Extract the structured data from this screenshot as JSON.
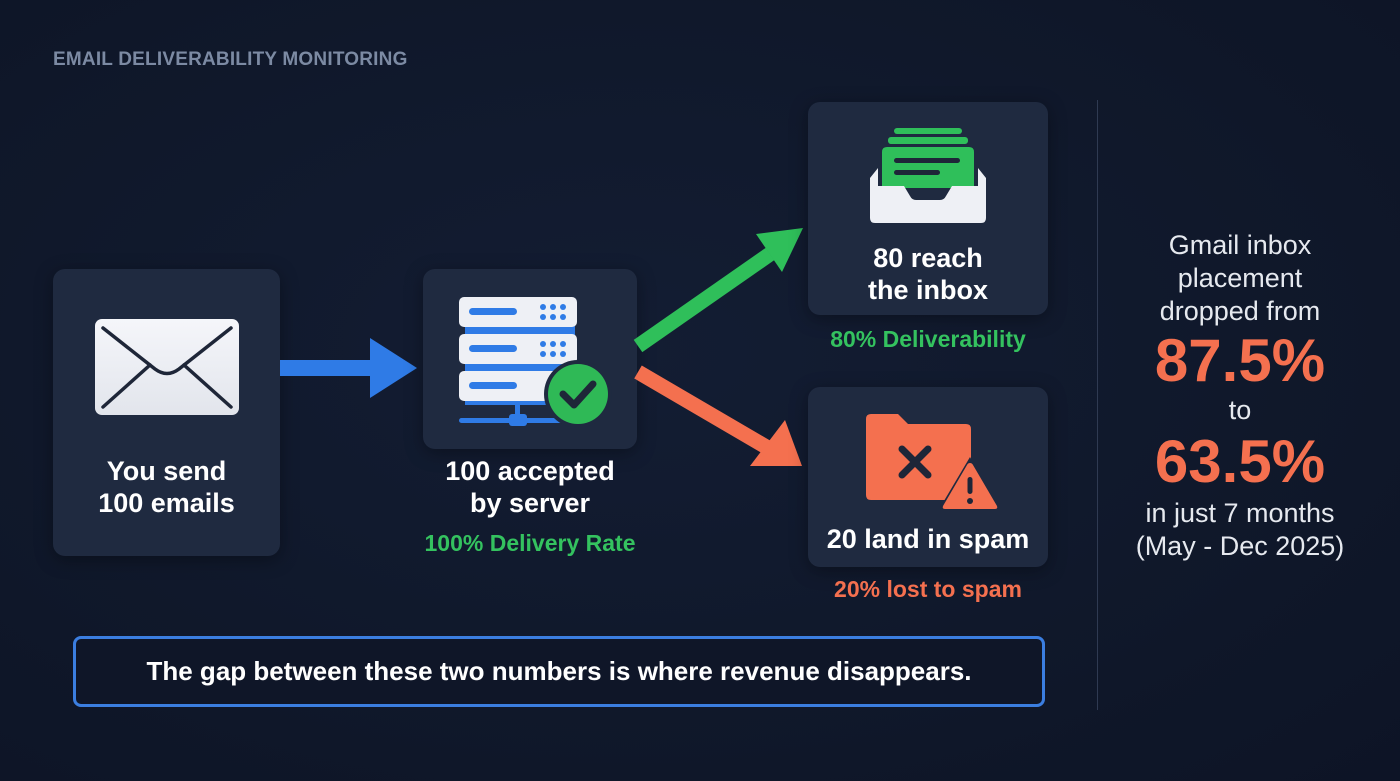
{
  "header": {
    "eyebrow": "EMAIL DELIVERABILITY MONITORING"
  },
  "flow": {
    "send": {
      "icon": "envelope-icon",
      "title_line1": "You send",
      "title_line2": "100 emails"
    },
    "server": {
      "icon": "server-check-icon",
      "title_line1": "100 accepted",
      "title_line2": "by server",
      "subtitle": "100% Delivery Rate"
    },
    "inbox": {
      "icon": "inbox-tray-icon",
      "title_line1": "80 reach",
      "title_line2": "the inbox",
      "subtitle": "80% Deliverability"
    },
    "spam": {
      "icon": "spam-folder-warning-icon",
      "title": "20 land in spam",
      "subtitle": "20% lost to spam"
    }
  },
  "callout": {
    "text": "The gap between these two numbers is where revenue disappears."
  },
  "stat": {
    "line1": "Gmail inbox",
    "line2": "placement",
    "line3": "dropped from",
    "from_value": "87.5%",
    "connector": "to",
    "to_value": "63.5%",
    "line4": "in just 7 months",
    "line5": "(May - Dec 2025)"
  },
  "colors": {
    "background": "#0f1729",
    "card": "#1f2a40",
    "accent_blue": "#3b7ee0",
    "success_green": "#34c25f",
    "danger_coral": "#f4704f",
    "muted_text": "#7c8aa3"
  }
}
